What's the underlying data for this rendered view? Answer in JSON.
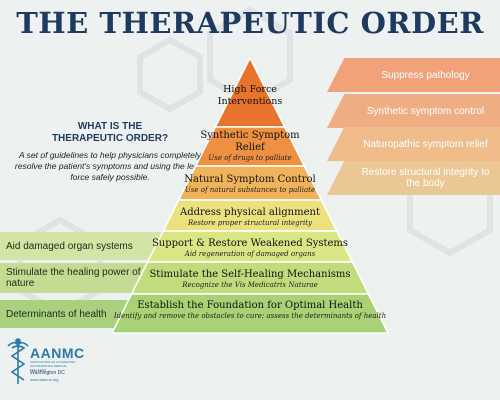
{
  "title": "THE THERAPEUTIC ORDER",
  "intro": {
    "heading_line1": "WHAT IS THE",
    "heading_line2": "THERAPEUTIC ORDER?",
    "description": "A set of guidelines to help physicians completely resolve the patient's symptoms and using the least force safely possible."
  },
  "pyramid": {
    "tiers": [
      {
        "title": "High Force Interventions",
        "subtitle": ""
      },
      {
        "title": "Synthetic Symptom Relief",
        "subtitle": "Use of drugs to palliate"
      },
      {
        "title": "Natural Symptom Control",
        "subtitle": "Use of natural substances to palliate"
      },
      {
        "title": "Address physical alignment",
        "subtitle": "Restore proper structural integrity"
      },
      {
        "title": "Support & Restore Weakened Systems",
        "subtitle": "Aid regeneration of damaged organs"
      },
      {
        "title": "Stimulate the Self-Healing Mechanisms",
        "subtitle": "Recognize the Vis Medicatrix Naturae"
      },
      {
        "title": "Establish the Foundation for Optimal Health",
        "subtitle": "Identify and remove the obstacles to cure; assess the determinants of health"
      }
    ],
    "colors": [
      "#e8742c",
      "#ee8f41",
      "#f0b35b",
      "#ebe17f",
      "#d9e683",
      "#c0dc7c",
      "#a8d273"
    ]
  },
  "right_labels": [
    {
      "text": "Suppress pathology",
      "color": "#f2a27a"
    },
    {
      "text": "Synthetic symptom control",
      "color": "#f0ad83"
    },
    {
      "text": "Naturopathic symptom relief",
      "color": "#efbc8c"
    },
    {
      "text": "Restore structural integrity to the body",
      "color": "#ecc796"
    }
  ],
  "left_labels": [
    {
      "text": "Aid damaged organ systems",
      "color": "#d2e5a6"
    },
    {
      "text": "Stimulate the healing power of nature",
      "color": "#c2dc94"
    },
    {
      "text": "Determinants of health",
      "color": "#a9cf7f"
    }
  ],
  "logo": {
    "name": "AANMC",
    "subtitle": "ASSOCIATION OF ACCREDITED NATUROPATHIC MEDICAL COLLEGES",
    "location": "Washington DC",
    "url": "www.aanmc.org",
    "icon": "caduceus-icon"
  }
}
